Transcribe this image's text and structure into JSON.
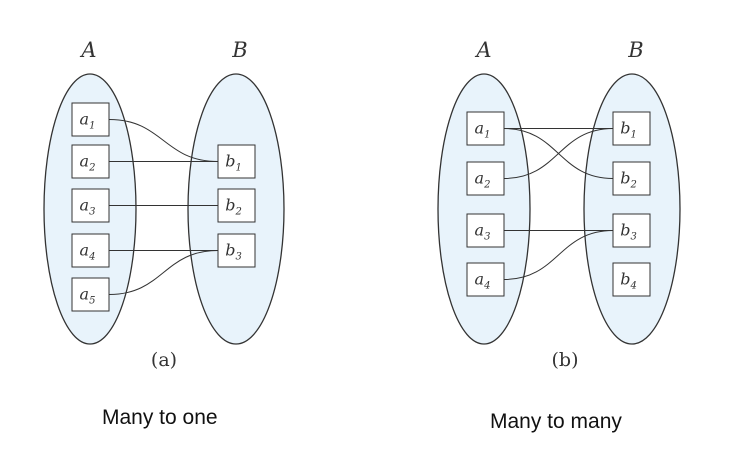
{
  "colors": {
    "set_fill": "#e8f3fb",
    "stroke": "#333333",
    "box_fill": "#ffffff"
  },
  "diagrams": [
    {
      "panel_label": "(a)",
      "caption": "Many to one",
      "set_a": {
        "label": "A",
        "elements": [
          {
            "base": "a",
            "sub": "1"
          },
          {
            "base": "a",
            "sub": "2"
          },
          {
            "base": "a",
            "sub": "3"
          },
          {
            "base": "a",
            "sub": "4"
          },
          {
            "base": "a",
            "sub": "5"
          }
        ]
      },
      "set_b": {
        "label": "B",
        "elements": [
          {
            "base": "b",
            "sub": "1"
          },
          {
            "base": "b",
            "sub": "2"
          },
          {
            "base": "b",
            "sub": "3"
          }
        ]
      },
      "mappings": [
        [
          0,
          0
        ],
        [
          1,
          0
        ],
        [
          2,
          1
        ],
        [
          3,
          2
        ],
        [
          4,
          2
        ]
      ]
    },
    {
      "panel_label": "(b)",
      "caption": "Many to many",
      "set_a": {
        "label": "A",
        "elements": [
          {
            "base": "a",
            "sub": "1"
          },
          {
            "base": "a",
            "sub": "2"
          },
          {
            "base": "a",
            "sub": "3"
          },
          {
            "base": "a",
            "sub": "4"
          }
        ]
      },
      "set_b": {
        "label": "B",
        "elements": [
          {
            "base": "b",
            "sub": "1"
          },
          {
            "base": "b",
            "sub": "2"
          },
          {
            "base": "b",
            "sub": "3"
          },
          {
            "base": "b",
            "sub": "4"
          }
        ]
      },
      "mappings": [
        [
          0,
          0
        ],
        [
          0,
          1
        ],
        [
          1,
          0
        ],
        [
          2,
          2
        ],
        [
          3,
          2
        ]
      ]
    }
  ]
}
